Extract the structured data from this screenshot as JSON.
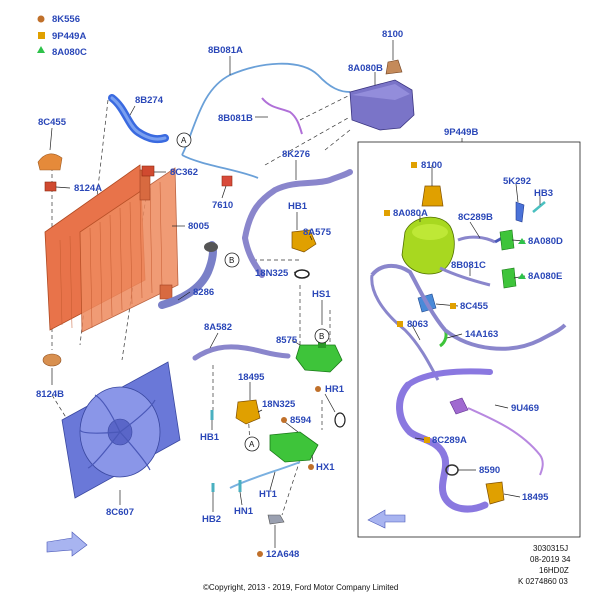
{
  "legend": [
    {
      "text": "8K556",
      "color": "#c0702a",
      "marker": "circle"
    },
    {
      "text": "9P449A",
      "color": "#e0a000",
      "marker": "square"
    },
    {
      "text": "8A080C",
      "color": "#2ec24a",
      "marker": "triangle"
    }
  ],
  "parts": {
    "p8B081A": "8B081A",
    "p8100a": "8100",
    "p8A080B": "8A080B",
    "p8B274": "8B274",
    "p8C455a": "8C455",
    "p8B081B": "8B081B",
    "p8C362": "8C362",
    "p8124A": "8124A",
    "p8K276": "8K276",
    "p8005": "8005",
    "p7610": "7610",
    "pHB1a": "HB1",
    "p8A575": "8A575",
    "p18N325a": "18N325",
    "p8286": "8286",
    "p8124B": "8124B",
    "pHS1": "HS1",
    "p8A582": "8A582",
    "p8575": "8575",
    "p18495a": "18495",
    "p18N325b": "18N325",
    "pHR1": "HR1",
    "p8594": "8594",
    "pHB1b": "HB1",
    "pHX1": "HX1",
    "pHT1": "HT1",
    "p8C607": "8C607",
    "pHB2": "HB2",
    "pHN1": "HN1",
    "p12A648": "12A648",
    "p9P449B": "9P449B",
    "p8100b": "8100",
    "p5K292": "5K292",
    "pHB3": "HB3",
    "p8A080A": "8A080A",
    "p8C289B": "8C289B",
    "p8A080D": "8A080D",
    "p8B081C": "8B081C",
    "p8A080E": "8A080E",
    "p8C455b": "8C455",
    "p8063": "8063",
    "p14A163": "14A163",
    "p9U469": "9U469",
    "p8C289A": "8C289A",
    "p8590": "8590",
    "p18495b": "18495"
  },
  "callouts": {
    "a1": "A",
    "b1": "B",
    "b2": "B",
    "a2": "A"
  },
  "meta": {
    "l1": "3030315J",
    "l2": "08-2019 34",
    "l3": "16HD0Z",
    "l4": "K 0274860 03"
  },
  "copyright": "©Copyright, 2013 - 2019, Ford Motor Company Limited",
  "colors": {
    "label": "#2a47b8",
    "radiator": "#e8734a",
    "fan": "#6a78d8",
    "hose": "#8a86cc",
    "tank": "#7a74c8",
    "green": "#3ec43a",
    "orange": "#e0a000",
    "purple": "#a06ad0"
  }
}
